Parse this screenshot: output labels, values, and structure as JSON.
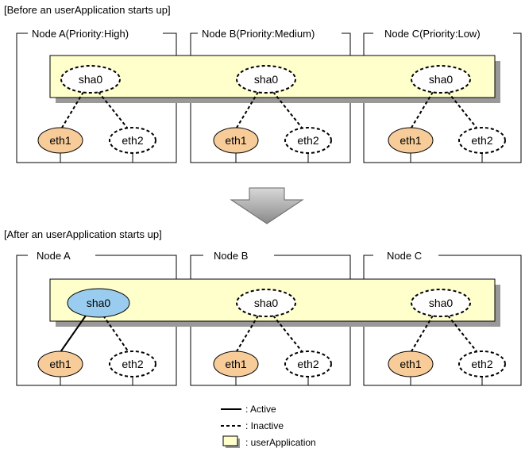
{
  "colors": {
    "app_fill": "#ffffcc",
    "app_shadow": "#999999",
    "eth_active_fill": "#f7cc99",
    "sha_active_fill": "#99ccee",
    "arrow_fill": "#b3b3b3"
  },
  "sections": [
    {
      "title": "[Before an userApplication starts up]",
      "nodes": [
        {
          "label": "Node  A(Priority:High)",
          "sha": "sha0",
          "sha_active": false,
          "eth1": "eth1",
          "eth2": "eth2",
          "link": "inactive"
        },
        {
          "label": "Node  B(Priority:Medium)",
          "sha": "sha0",
          "sha_active": false,
          "eth1": "eth1",
          "eth2": "eth2",
          "link": "inactive"
        },
        {
          "label": "Node  C(Priority:Low)",
          "sha": "sha0",
          "sha_active": false,
          "eth1": "eth1",
          "eth2": "eth2",
          "link": "inactive"
        }
      ]
    },
    {
      "title": "[After an userApplication starts up]",
      "nodes": [
        {
          "label": "Node A",
          "sha": "sha0",
          "sha_active": true,
          "eth1": "eth1",
          "eth2": "eth2",
          "link": "active"
        },
        {
          "label": "Node B",
          "sha": "sha0",
          "sha_active": false,
          "eth1": "eth1",
          "eth2": "eth2",
          "link": "inactive"
        },
        {
          "label": "Node C",
          "sha": "sha0",
          "sha_active": false,
          "eth1": "eth1",
          "eth2": "eth2",
          "link": "inactive"
        }
      ]
    }
  ],
  "legend": {
    "active": ": Active",
    "inactive": ": Inactive",
    "app": ": userApplication"
  }
}
